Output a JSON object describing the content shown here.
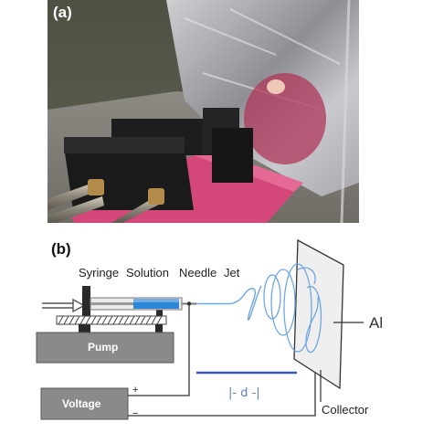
{
  "photo": {
    "label": "(a)"
  },
  "schematic": {
    "label": "(b)",
    "labels": {
      "syringe": "Syringe",
      "solution": "Solution",
      "needle": "Needle",
      "jet": "Jet",
      "pump": "Pump",
      "voltage": "Voltage",
      "plus": "+",
      "minus": "−",
      "distance": "|- d -|",
      "collector": "Collector",
      "al": "Al"
    }
  },
  "colors": {
    "pump_box": "#8a8a8a",
    "voltage_box": "#8a8a8a",
    "solution_blue": "#2f86d6",
    "jet_blue": "#6fa8e0",
    "distance_line": "#3b55c9",
    "collector_plate": "#efefef"
  }
}
